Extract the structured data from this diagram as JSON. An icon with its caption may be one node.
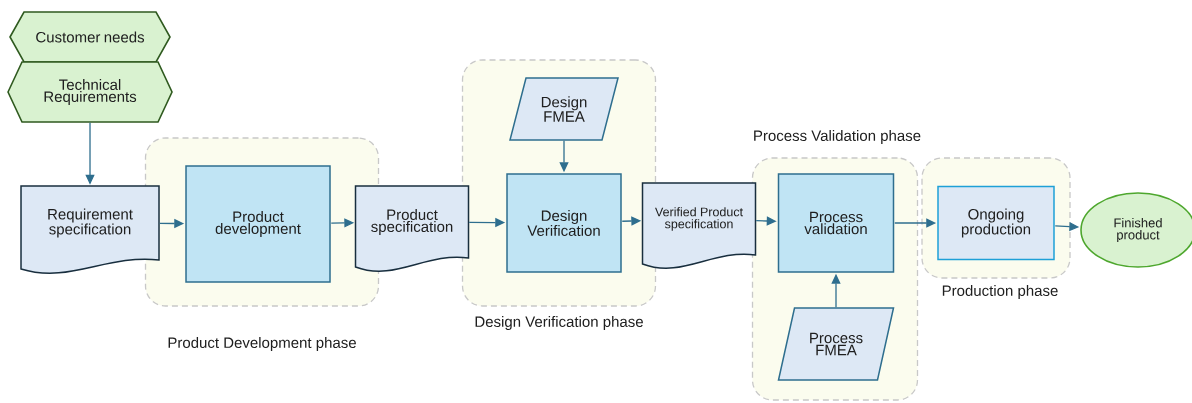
{
  "diagram": {
    "nodes": [
      {
        "text": [
          "Customer needs"
        ]
      },
      {
        "text": [
          "Technical Requirements"
        ]
      },
      {
        "text": [
          "Requirement specification"
        ]
      },
      {
        "text": [
          "Product Development phase"
        ]
      },
      {
        "text": [
          "Product development"
        ],
        "in": 3
      },
      {
        "text": [
          "Product specification"
        ]
      },
      {
        "text": [
          "Design Verification phase"
        ]
      },
      {
        "text": [
          "Design FMEA"
        ],
        "in": 6
      },
      {
        "text": [
          "Design Verification"
        ],
        "in": 6
      },
      {
        "text": [
          "Verified Product specification"
        ]
      },
      {
        "text": [
          "Process Validation phase"
        ]
      },
      {
        "text": [
          "Process validation"
        ],
        "in": 10
      },
      {
        "text": [
          "Process FMEA"
        ],
        "in": 10
      },
      {
        "text": [
          "Production phase"
        ]
      },
      {
        "text": [
          "Ongoing production"
        ],
        "in": 13
      },
      {
        "text": [
          "Finished product"
        ]
      }
    ],
    "edges": [
      {
        "from": 1,
        "to": 2,
        "arrow": "to"
      },
      {
        "from": 2,
        "to": 4,
        "arrow": "to"
      },
      {
        "from": 4,
        "to": 5,
        "arrow": "to"
      },
      {
        "from": 5,
        "to": 8,
        "arrow": "to"
      },
      {
        "from": 7,
        "to": 8,
        "arrow": "to"
      },
      {
        "from": 8,
        "to": 9,
        "arrow": "to"
      },
      {
        "from": 9,
        "to": 11,
        "arrow": "to"
      },
      {
        "from": 12,
        "to": 11,
        "arrow": "to"
      },
      {
        "from": 11,
        "to": 14,
        "arrow": "to"
      },
      {
        "from": 14,
        "to": 15,
        "arrow": "to"
      }
    ]
  }
}
